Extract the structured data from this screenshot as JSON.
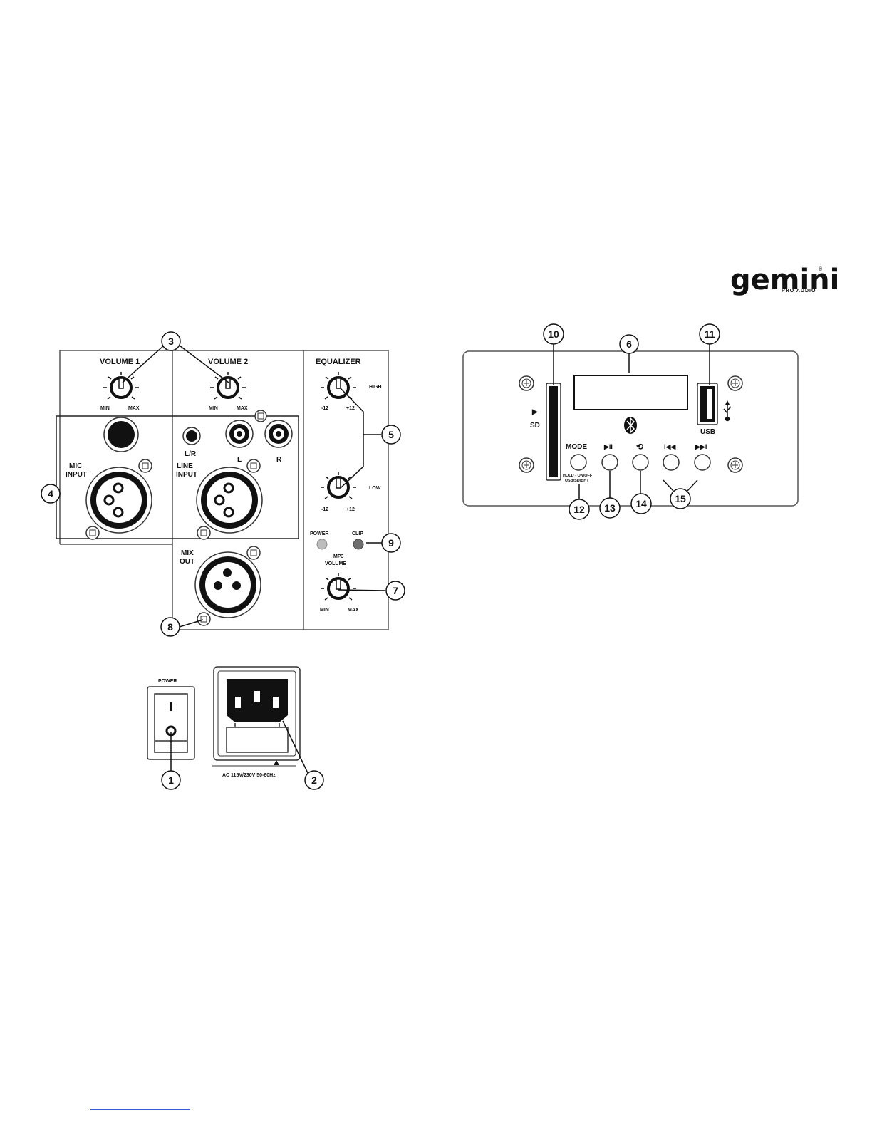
{
  "brand": {
    "name": "gemini",
    "subtitle": "PRO AUDIO",
    "registered_mark": "®"
  },
  "mixer_panel": {
    "volume1_label": "VOLUME 1",
    "volume2_label": "VOLUME 2",
    "equalizer_label": "EQUALIZER",
    "min_label": "MIN",
    "max_label": "MAX",
    "high_label": "HIGH",
    "low_label": "LOW",
    "eq_min_label": "-12",
    "eq_max_label": "+12",
    "mic_input_label": [
      "MIC",
      "INPUT"
    ],
    "line_input_label": [
      "LINE",
      "INPUT"
    ],
    "lr_label": "L/R",
    "l_label": "L",
    "r_label": "R",
    "power_led_label": "POWER",
    "clip_led_label": "CLIP",
    "mp3_volume_label": [
      "MP3",
      "VOLUME"
    ],
    "mix_out_label": [
      "MIX",
      "OUT"
    ]
  },
  "power_section": {
    "power_label": "POWER",
    "ac_label": "AC 115V/230V 50-60Hz"
  },
  "mp3_panel": {
    "sd_label": "SD",
    "usb_label": "USB",
    "mode_label": "MODE",
    "mode_hint": [
      "HOLD - ON/OFF",
      "USB/SD/BHT"
    ],
    "play_pause_glyph": "▶II",
    "repeat_glyph": "⟲",
    "prev_glyph": "I◀◀",
    "next_glyph": "▶▶I",
    "sd_arrow_glyph": "▶",
    "usb_glyph": "⚲"
  },
  "callouts": {
    "c1": "1",
    "c2": "2",
    "c3": "3",
    "c4": "4",
    "c5": "5",
    "c6": "6",
    "c7": "7",
    "c8": "8",
    "c9": "9",
    "c10": "10",
    "c11": "11",
    "c12": "12",
    "c13": "13",
    "c14": "14",
    "c15": "15"
  },
  "colors": {
    "ink": "#111111",
    "panel_stroke": "#555555",
    "led_power": "#bdbdbd",
    "led_clip": "#6e6e6e",
    "link": "#3a5bd6"
  }
}
